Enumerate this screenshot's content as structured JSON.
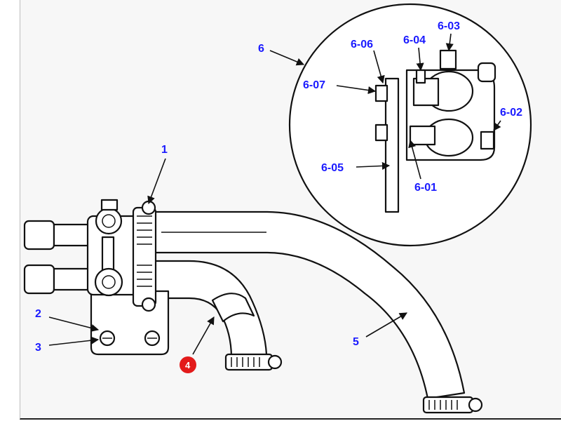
{
  "labels": {
    "l1": "1",
    "l2": "2",
    "l3": "3",
    "l4": "4",
    "l5": "5",
    "l6": "6",
    "l6_01": "6-01",
    "l6_02": "6-02",
    "l6_03": "6-03",
    "l6_04": "6-04",
    "l6_05": "6-05",
    "l6_06": "6-06",
    "l6_07": "6-07"
  },
  "colors": {
    "label_blue": "#1a1aff",
    "highlight_red": "#e31b1b",
    "line": "#111111",
    "background": "#f7f7f7"
  }
}
